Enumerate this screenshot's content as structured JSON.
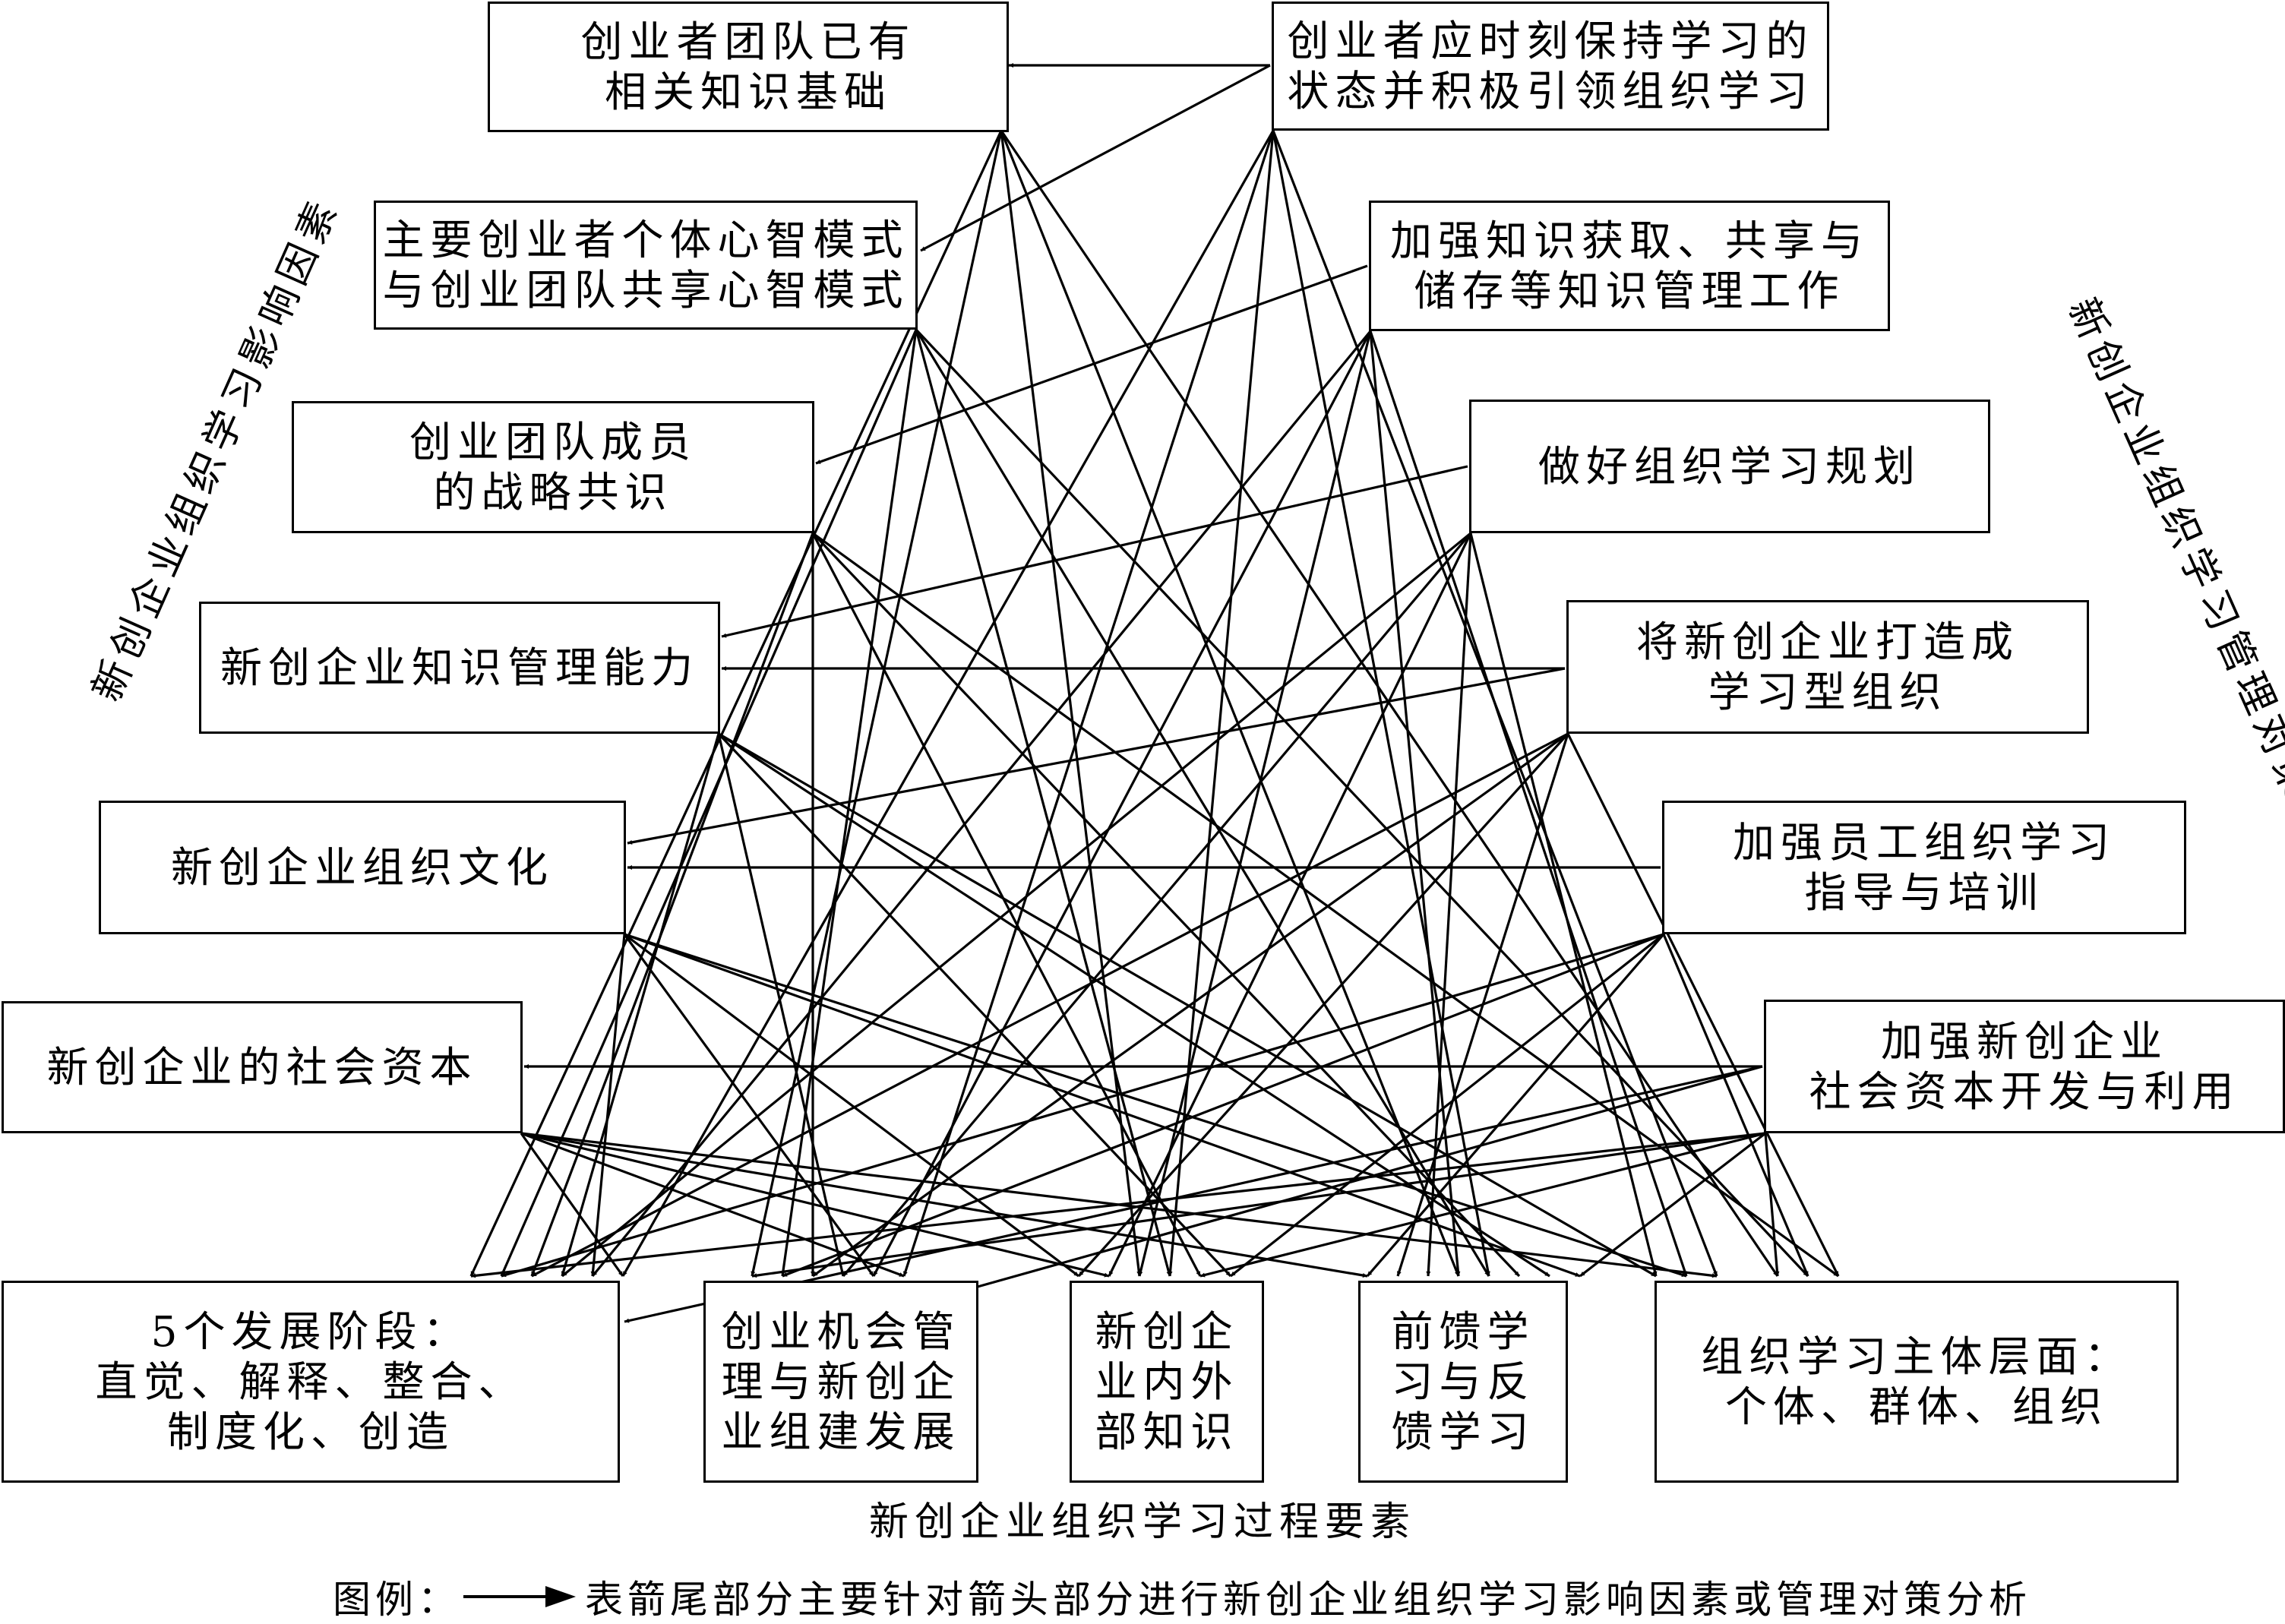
{
  "influence_factors": {
    "title": "新创企业组织学习影响因素",
    "items": [
      "创业者团队已有\n相关知识基础",
      "主要创业者个体心智模式\n与创业团队共享心智模式",
      "创业团队成员\n的战略共识",
      "新创企业知识管理能力",
      "新创企业组织文化",
      "新创企业的社会资本"
    ]
  },
  "management_strategies": {
    "title": "新创企业组织学习管理对策",
    "items": [
      "创业者应时刻保持学习的\n状态并积极引领组织学习",
      "加强知识获取、共享与\n储存等知识管理工作",
      "做好组织学习规划",
      "将新创企业打造成\n学习型组织",
      "加强员工组织学习\n指导与培训",
      "加强新创企业\n社会资本开发与利用"
    ]
  },
  "process_elements": {
    "title": "新创企业组织学习过程要素",
    "items": [
      "5个发展阶段：\n直觉、解释、整合、\n制度化、创造",
      "创业机会管\n理与新创企\n业组建发展",
      "新创企\n业内外\n部知识",
      "前馈学\n习与反\n馈学习",
      "组织学习主体层面：\n个体、群体、组织"
    ]
  },
  "legend": {
    "prefix": "图例：",
    "text": "表箭尾部分主要针对箭头部分进行新创企业组织学习影响因素或管理对策分析"
  },
  "colors": {
    "line": "#000000",
    "background": "#ffffff"
  }
}
